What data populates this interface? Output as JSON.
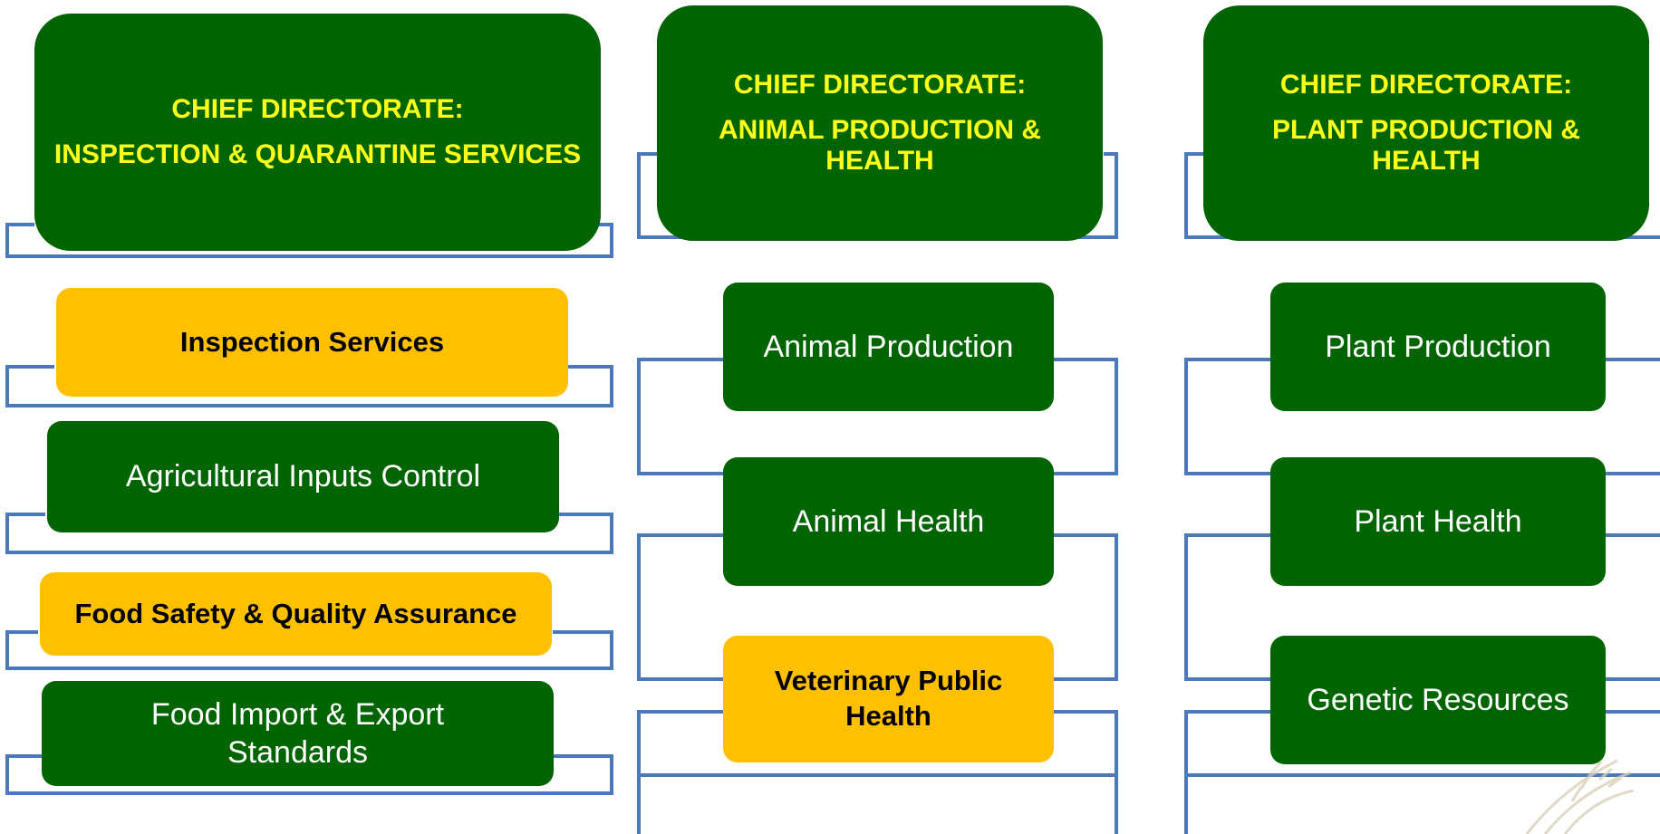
{
  "columns": [
    {
      "head": {
        "line1": "CHIEF DIRECTORATE:",
        "line2": "INSPECTION & QUARANTINE SERVICES"
      },
      "units": [
        {
          "label": "Inspection Services",
          "style": "gold"
        },
        {
          "label": "Agricultural Inputs Control",
          "style": "green"
        },
        {
          "label": "Food Safety & Quality Assurance",
          "style": "gold"
        },
        {
          "label": "Food Import & Export Standards",
          "style": "green"
        }
      ]
    },
    {
      "head": {
        "line1": "CHIEF DIRECTORATE:",
        "line2": "ANIMAL PRODUCTION & HEALTH"
      },
      "units": [
        {
          "label": "Animal Production",
          "style": "green"
        },
        {
          "label": "Animal Health",
          "style": "green"
        },
        {
          "label": "Veterinary Public Health",
          "style": "gold"
        }
      ]
    },
    {
      "head": {
        "line1": "CHIEF DIRECTORATE:",
        "line2": "PLANT PRODUCTION & HEALTH"
      },
      "units": [
        {
          "label": "Plant Production",
          "style": "green"
        },
        {
          "label": "Plant Health",
          "style": "green"
        },
        {
          "label": "Genetic Resources",
          "style": "green"
        }
      ]
    }
  ],
  "colors": {
    "green": "#006400",
    "gold": "#ffc000",
    "head_text": "#ffff1a",
    "connector": "#4a7abb"
  },
  "watermark_icon": "wheat-icon"
}
